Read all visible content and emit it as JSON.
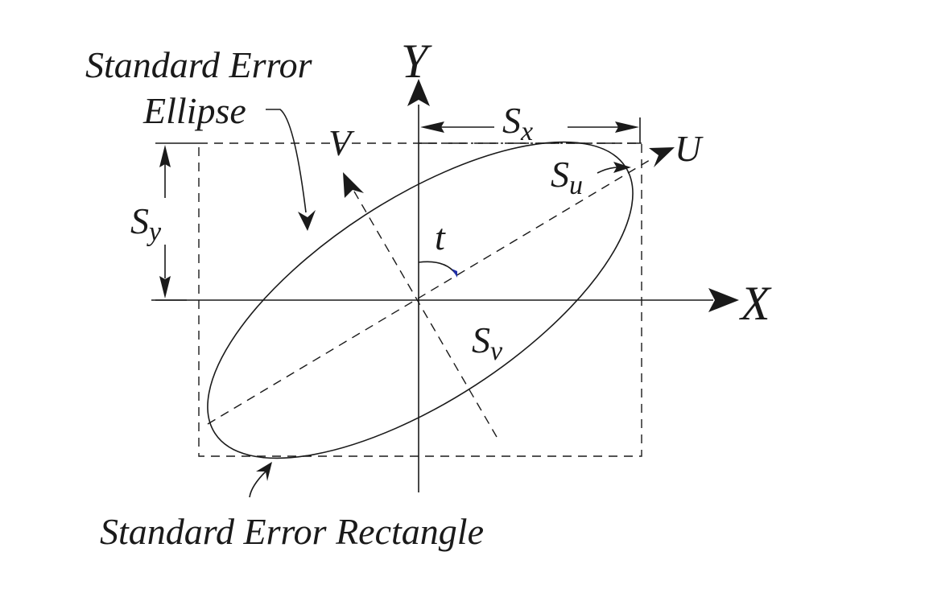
{
  "labels": {
    "y_axis": "Y",
    "x_axis": "X",
    "u_axis": "U",
    "v_axis": "V",
    "angle": "t",
    "ellipse_caption_line1": "Standard Error",
    "ellipse_caption_line2": "Ellipse",
    "rectangle_caption": "Standard Error Rectangle",
    "sx": {
      "base": "S",
      "sub": "x"
    },
    "sy": {
      "base": "S",
      "sub": "y"
    },
    "su": {
      "base": "S",
      "sub": "u"
    },
    "sv": {
      "base": "S",
      "sub": "v"
    }
  },
  "colors": {
    "line": "#1a1a1a",
    "angle_marker": "#1f2ea8",
    "background": "#ffffff"
  }
}
